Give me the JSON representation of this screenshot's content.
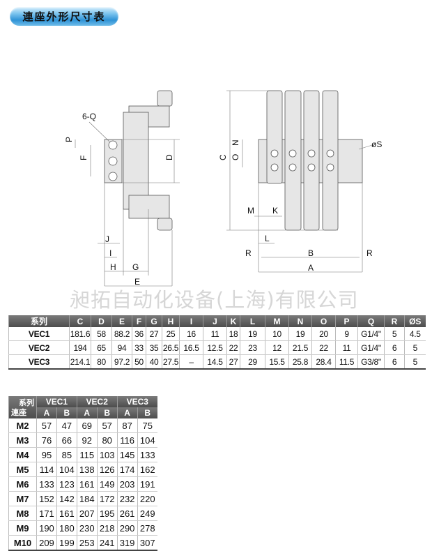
{
  "title": "連座外形尺寸表",
  "watermark": "昶拓自动化设备(上海)有限公司",
  "diagram": {
    "labels": {
      "q": "6-Q",
      "p": "P",
      "f": "F",
      "d": "D",
      "j": "J",
      "i": "I",
      "h": "H",
      "g": "G",
      "e": "E",
      "c": "C",
      "n": "N",
      "o": "O",
      "m": "M",
      "k": "K",
      "s": "øS",
      "l": "L",
      "r1": "R",
      "b": "B",
      "r2": "R",
      "a": "A"
    }
  },
  "dimensions_table": {
    "headers": [
      "系列",
      "C",
      "D",
      "E",
      "F",
      "G",
      "H",
      "I",
      "J",
      "K",
      "L",
      "M",
      "N",
      "O",
      "P",
      "Q",
      "R",
      "ØS"
    ],
    "rows": [
      [
        "VEC1",
        "181.6",
        "58",
        "88.2",
        "36",
        "27",
        "25",
        "16",
        "11",
        "18",
        "19",
        "10",
        "19",
        "20",
        "9",
        "G1/4\"",
        "5",
        "4.5"
      ],
      [
        "VEC2",
        "194",
        "65",
        "94",
        "33",
        "35",
        "26.5",
        "16.5",
        "12.5",
        "22",
        "23",
        "12",
        "21.5",
        "22",
        "11",
        "G1/4\"",
        "6",
        "5"
      ],
      [
        "VEC3",
        "214.1",
        "80",
        "97.2",
        "50",
        "40",
        "27.5",
        "–",
        "14.5",
        "27",
        "29",
        "15.5",
        "25.8",
        "28.4",
        "11.5",
        "G3/8\"",
        "6",
        "5"
      ]
    ]
  },
  "length_table": {
    "corner_top": "系列",
    "corner_bottom": "連座",
    "series": [
      "VEC1",
      "VEC2",
      "VEC3"
    ],
    "subheaders": [
      "A",
      "B",
      "A",
      "B",
      "A",
      "B"
    ],
    "rows": [
      [
        "M2",
        "57",
        "47",
        "69",
        "57",
        "87",
        "75"
      ],
      [
        "M3",
        "76",
        "66",
        "92",
        "80",
        "116",
        "104"
      ],
      [
        "M4",
        "95",
        "85",
        "115",
        "103",
        "145",
        "133"
      ],
      [
        "M5",
        "114",
        "104",
        "138",
        "126",
        "174",
        "162"
      ],
      [
        "M6",
        "133",
        "123",
        "161",
        "149",
        "203",
        "191"
      ],
      [
        "M7",
        "152",
        "142",
        "184",
        "172",
        "232",
        "220"
      ],
      [
        "M8",
        "171",
        "161",
        "207",
        "195",
        "261",
        "249"
      ],
      [
        "M9",
        "190",
        "180",
        "230",
        "218",
        "290",
        "278"
      ],
      [
        "M10",
        "209",
        "199",
        "253",
        "241",
        "319",
        "307"
      ]
    ]
  }
}
